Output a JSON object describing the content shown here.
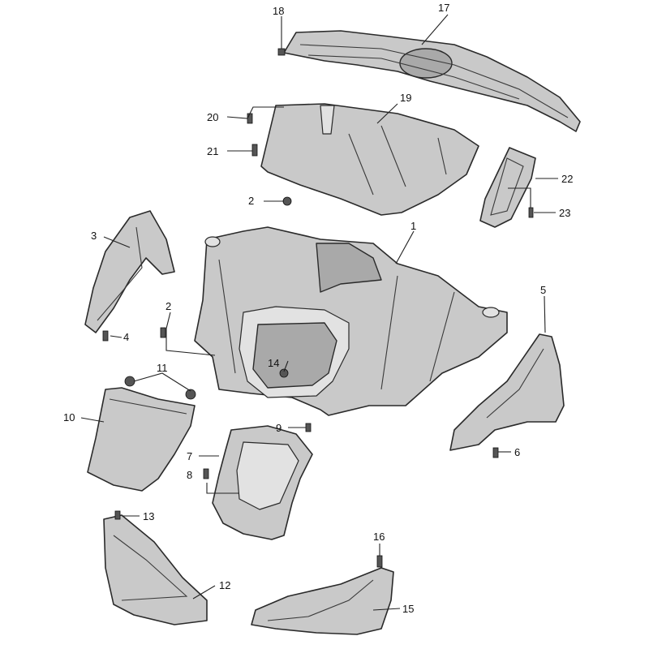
{
  "callouts": [
    {
      "id": "1",
      "label": "1"
    },
    {
      "id": "2a",
      "label": "2"
    },
    {
      "id": "2b",
      "label": "2"
    },
    {
      "id": "3",
      "label": "3"
    },
    {
      "id": "4",
      "label": "4"
    },
    {
      "id": "5",
      "label": "5"
    },
    {
      "id": "6",
      "label": "6"
    },
    {
      "id": "7",
      "label": "7"
    },
    {
      "id": "8",
      "label": "8"
    },
    {
      "id": "9",
      "label": "9"
    },
    {
      "id": "10",
      "label": "10"
    },
    {
      "id": "11",
      "label": "11"
    },
    {
      "id": "12",
      "label": "12"
    },
    {
      "id": "13",
      "label": "13"
    },
    {
      "id": "14",
      "label": "14"
    },
    {
      "id": "15",
      "label": "15"
    },
    {
      "id": "16",
      "label": "16"
    },
    {
      "id": "17",
      "label": "17"
    },
    {
      "id": "18",
      "label": "18"
    },
    {
      "id": "19",
      "label": "19"
    },
    {
      "id": "20",
      "label": "20"
    },
    {
      "id": "21",
      "label": "21"
    },
    {
      "id": "22",
      "label": "22"
    },
    {
      "id": "23",
      "label": "23"
    }
  ]
}
